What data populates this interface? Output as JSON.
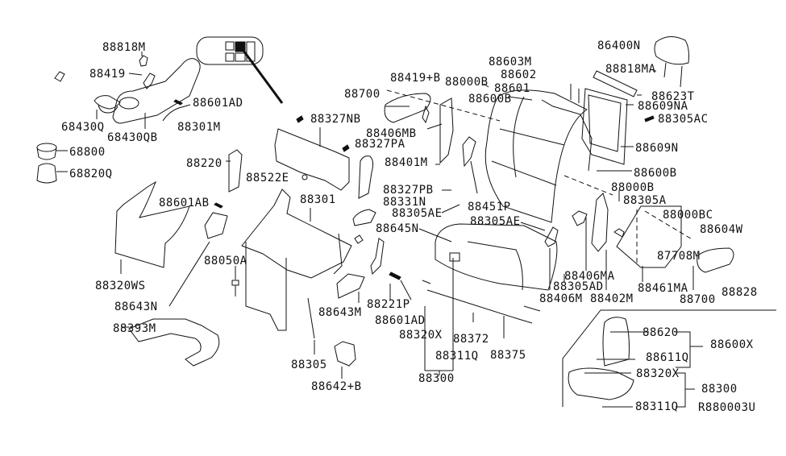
{
  "diagram": {
    "title": "Seat parts exploded diagram",
    "reference_code": "R880003U",
    "labels": [
      {
        "id": "88818M",
        "text": "88818M"
      },
      {
        "id": "88419",
        "text": "88419"
      },
      {
        "id": "88601AD_top",
        "text": "88601AD"
      },
      {
        "id": "88301M",
        "text": "88301M"
      },
      {
        "id": "68430Q",
        "text": "68430Q"
      },
      {
        "id": "68430QB",
        "text": "68430QB"
      },
      {
        "id": "68800",
        "text": "68800"
      },
      {
        "id": "68820Q",
        "text": "68820Q"
      },
      {
        "id": "88220",
        "text": "88220"
      },
      {
        "id": "88522E",
        "text": "88522E"
      },
      {
        "id": "88327NB",
        "text": "88327NB"
      },
      {
        "id": "88327PA",
        "text": "88327PA"
      },
      {
        "id": "88406MB",
        "text": "88406MB"
      },
      {
        "id": "88401M",
        "text": "88401M"
      },
      {
        "id": "88700_top",
        "text": "88700"
      },
      {
        "id": "88419B",
        "text": "88419+B"
      },
      {
        "id": "88000B_top",
        "text": "88000B"
      },
      {
        "id": "88600B_top",
        "text": "88600B"
      },
      {
        "id": "88603M",
        "text": "88603M"
      },
      {
        "id": "88602",
        "text": "88602"
      },
      {
        "id": "88601",
        "text": "88601"
      },
      {
        "id": "86400N",
        "text": "86400N"
      },
      {
        "id": "88818MA",
        "text": "88818MA"
      },
      {
        "id": "88623T",
        "text": "88623T"
      },
      {
        "id": "88609NA",
        "text": "88609NA"
      },
      {
        "id": "88305AC",
        "text": "88305AC"
      },
      {
        "id": "88609N",
        "text": "88609N"
      },
      {
        "id": "88600B_right",
        "text": "88600B"
      },
      {
        "id": "88000B_right",
        "text": "88000B"
      },
      {
        "id": "88305A",
        "text": "88305A"
      },
      {
        "id": "88000BC",
        "text": "88000BC"
      },
      {
        "id": "88604W",
        "text": "88604W"
      },
      {
        "id": "87708M",
        "text": "87708M"
      },
      {
        "id": "88828",
        "text": "88828"
      },
      {
        "id": "88700_right",
        "text": "88700"
      },
      {
        "id": "88461MA",
        "text": "88461MA"
      },
      {
        "id": "88402M",
        "text": "88402M"
      },
      {
        "id": "88406MA",
        "text": "88406MA"
      },
      {
        "id": "88305AD",
        "text": "88305AD"
      },
      {
        "id": "88406M",
        "text": "88406M"
      },
      {
        "id": "88301",
        "text": "88301"
      },
      {
        "id": "88327PB",
        "text": "88327PB"
      },
      {
        "id": "88331N",
        "text": "88331N"
      },
      {
        "id": "88305AE_a",
        "text": "88305AE"
      },
      {
        "id": "88451P",
        "text": "88451P"
      },
      {
        "id": "88305AE_b",
        "text": "88305AE"
      },
      {
        "id": "88645N",
        "text": "88645N"
      },
      {
        "id": "88601AB",
        "text": "88601AB"
      },
      {
        "id": "88050A",
        "text": "88050A"
      },
      {
        "id": "88320WS",
        "text": "88320WS"
      },
      {
        "id": "88643N",
        "text": "88643N"
      },
      {
        "id": "88393M",
        "text": "88393M"
      },
      {
        "id": "88643M",
        "text": "88643M"
      },
      {
        "id": "88221P",
        "text": "88221P"
      },
      {
        "id": "88601AD_bottom",
        "text": "88601AD"
      },
      {
        "id": "88320X",
        "text": "88320X"
      },
      {
        "id": "88372",
        "text": "88372"
      },
      {
        "id": "88375",
        "text": "88375"
      },
      {
        "id": "88311Q",
        "text": "88311Q"
      },
      {
        "id": "88300",
        "text": "88300"
      },
      {
        "id": "88305",
        "text": "88305"
      },
      {
        "id": "88642B",
        "text": "88642+B"
      }
    ],
    "inset": {
      "labels": [
        {
          "id": "inset_88620",
          "text": "88620"
        },
        {
          "id": "inset_88611Q",
          "text": "88611Q"
        },
        {
          "id": "inset_88600X",
          "text": "88600X"
        },
        {
          "id": "inset_88320X",
          "text": "88320X"
        },
        {
          "id": "inset_88300",
          "text": "88300"
        },
        {
          "id": "inset_88311Q",
          "text": "88311Q"
        }
      ]
    }
  }
}
